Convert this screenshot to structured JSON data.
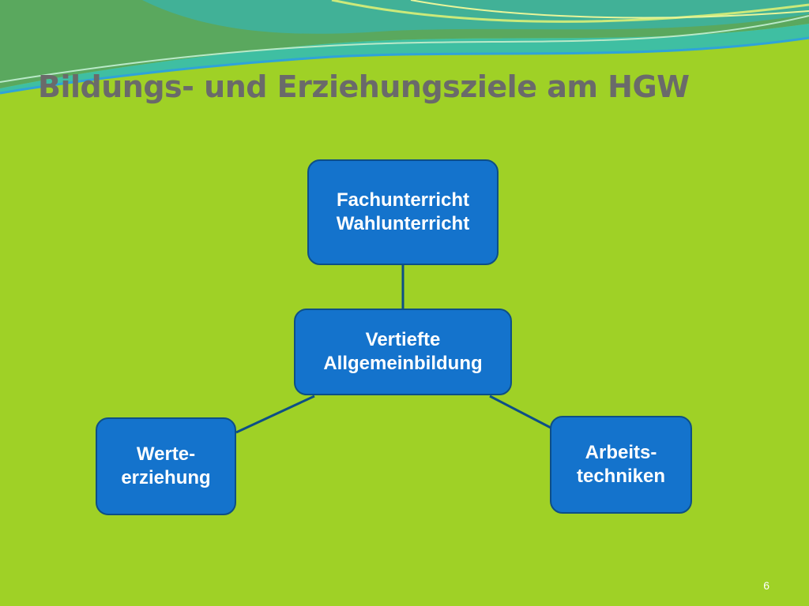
{
  "slide": {
    "title": "Bildungs- und Erziehungsziele am HGW",
    "page_number": "6"
  },
  "diagram": {
    "nodes": {
      "top": {
        "line1": "Fachunterricht",
        "line2": "Wahlunterricht"
      },
      "center": {
        "line1": "Vertiefte",
        "line2": "Allgemeinbildung"
      },
      "left": {
        "line1": "Werte-",
        "line2": "erziehung"
      },
      "right": {
        "line1": "Arbeits-",
        "line2": "techniken"
      }
    }
  },
  "colors": {
    "background": "#9fd126",
    "node_fill": "#1473cc",
    "node_border": "#0d4f86",
    "title_text": "#6a6a6a",
    "connector": "#0d4f86"
  }
}
